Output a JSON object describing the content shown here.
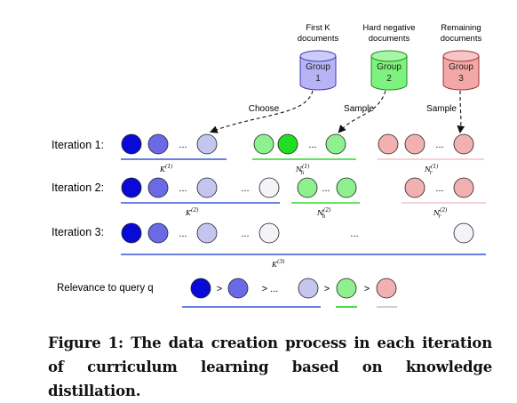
{
  "groups": [
    {
      "header": [
        "First K",
        "documents"
      ],
      "label": "Group",
      "num": "1",
      "fill": "#b7b3f5",
      "stroke": "#3b3bb0"
    },
    {
      "header": [
        "Hard negative",
        "documents"
      ],
      "label": "Group",
      "num": "2",
      "fill": "#7ef27e",
      "stroke": "#1e8a1e"
    },
    {
      "header": [
        "Remaining",
        "documents"
      ],
      "label": "Group",
      "num": "3",
      "fill": "#f3a7a7",
      "stroke": "#a33030"
    }
  ],
  "arrows": {
    "choose": "Choose",
    "sample1": "Sample",
    "sample2": "Sample"
  },
  "iterations": [
    {
      "label": "Iteration 1:",
      "sub_k": "K",
      "sup_k": "(1)",
      "sub_h": "N",
      "subsub_h": "h",
      "sup_h": "(1)",
      "sub_r": "N",
      "subsub_r": "r",
      "sup_r": "(1)"
    },
    {
      "label": "Iteration 2:",
      "sub_k": "K",
      "sup_k": "(2)",
      "sub_h": "N",
      "subsub_h": "h",
      "sup_h": "(2)",
      "sub_r": "N",
      "subsub_r": "r",
      "sup_r": "(2)"
    },
    {
      "label": "Iteration 3:",
      "sub_k": "K",
      "sup_k": "(3)"
    }
  ],
  "relevance": {
    "label": "Relevance to query q",
    "gt": ">",
    "gt_dots": "> ...",
    "dots": "..."
  },
  "colors": {
    "blue_dark": "#0a0ad8",
    "blue_mid": "#6a6ae6",
    "blue_light": "#c4c6ef",
    "white": "#f4f4f8",
    "green_dark": "#22dd22",
    "green_light": "#8ef08e",
    "pink": "#f3b0b0",
    "line_blue": "#3a55d8",
    "line_green": "#2ed82e",
    "line_pink": "#f4c4c4",
    "line_gray": "#c8c8c8"
  },
  "caption": "Figure 1: The data creation process in each iteration of curriculum learning based on knowledge distillation."
}
